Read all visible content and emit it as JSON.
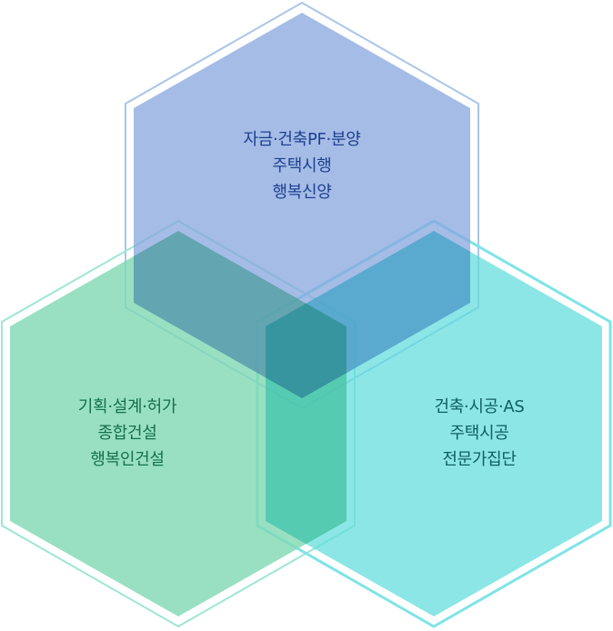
{
  "nodes": {
    "top": {
      "lines": [
        "자금·건축PF·분양",
        "주택시행",
        "행복신양"
      ],
      "fill": "#7f9fd9",
      "outline": "#9fc1e4"
    },
    "left": {
      "lines": [
        "기획·설계·허가",
        "종합건설",
        "행복인건설"
      ],
      "fill": "#78d6b0",
      "outline": "#8fe3cf"
    },
    "right": {
      "lines": [
        "건축·시공·AS",
        "주택시공",
        "전문가집단"
      ],
      "fill": "#5fdede",
      "outline": "#6fdfe2"
    }
  }
}
